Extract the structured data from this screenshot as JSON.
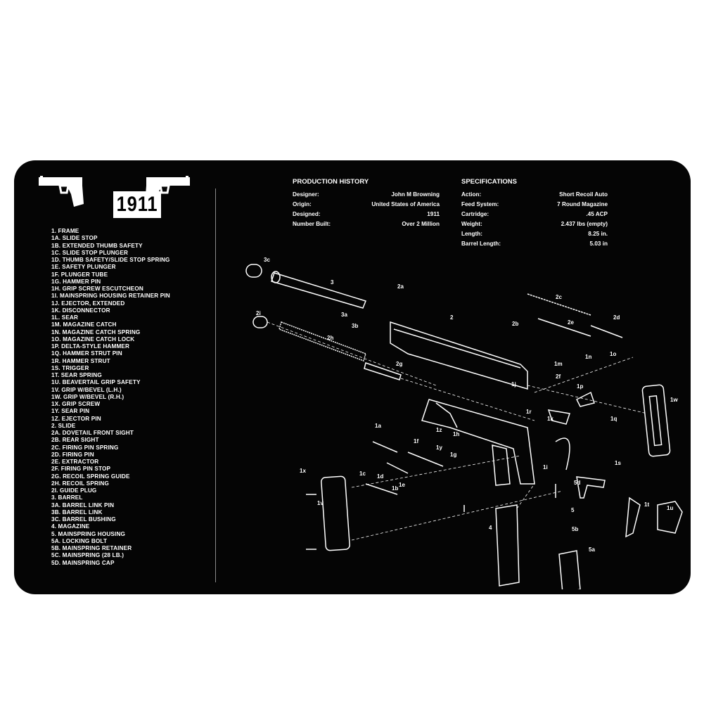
{
  "header": {
    "model": "1911"
  },
  "parts_list": [
    "1. FRAME",
    "1A. SLIDE STOP",
    "1B. EXTENDED THUMB SAFETY",
    "1C. SLIDE STOP PLUNGER",
    "1D. THUMB SAFETY/SLIDE STOP SPRING",
    "1E. SAFETY PLUNGER",
    "1F. PLUNGER TUBE",
    "1G. HAMMER PIN",
    "1H. GRIP SCREW ESCUTCHEON",
    "1I. MAINSPRING HOUSING RETAINER PIN",
    "1J. EJECTOR, EXTENDED",
    "1K. DISCONNECTOR",
    "1L. SEAR",
    "1M. MAGAZINE CATCH",
    "1N. MAGAZINE CATCH SPRING",
    "1O. MAGAZINE CATCH LOCK",
    "1P. DELTA-STYLE HAMMER",
    "1Q. HAMMER STRUT PIN",
    "1R. HAMMER STRUT",
    "1S. TRIGGER",
    "1T. SEAR SPRING",
    "1U. BEAVERTAIL GRIP SAFETY",
    "1V. GRIP W/BEVEL (L.H.)",
    "1W. GRIP W/BEVEL (R.H.)",
    "1X. GRIP SCREW",
    "1Y. SEAR PIN",
    "1Z. EJECTOR PIN",
    "2. SLIDE",
    "2A. DOVETAIL FRONT SIGHT",
    "2B. REAR SIGHT",
    "2C. FIRING PIN SPRING",
    "2D. FIRING PIN",
    "2E. EXTRACTOR",
    "2F. FIRING PIN STOP",
    "2G. RECOIL SPRING GUIDE",
    "2H. RECOIL SPRING",
    "2I. GUIDE PLUG",
    "3. BARREL",
    "3A. BARREL LINK PIN",
    "3B. BARREL LINK",
    "3C. BARREL BUSHING",
    "4. MAGAZINE",
    "5. MAINSPRING HOUSING",
    "5A. LOCKING BOLT",
    "5B. MAINSPRING RETAINER",
    "5C. MAINSPRING (28 LB.)",
    "5D. MAINSPRING CAP"
  ],
  "production_history": {
    "title": "PRODUCTION HISTORY",
    "rows": [
      {
        "key": "Designer:",
        "value": "John M Browning"
      },
      {
        "key": "Origin:",
        "value": "United States of America"
      },
      {
        "key": "Designed:",
        "value": "1911"
      },
      {
        "key": "Number Built:",
        "value": "Over 2 Million"
      }
    ]
  },
  "specifications": {
    "title": "SPECIFICATIONS",
    "rows": [
      {
        "key": "Action:",
        "value": "Short Recoil Auto"
      },
      {
        "key": "Feed System:",
        "value": "7 Round Magazine"
      },
      {
        "key": "Cartridge:",
        "value": ".45 ACP"
      },
      {
        "key": "Weight:",
        "value": "2.437 lbs (empty)"
      },
      {
        "key": "Length:",
        "value": "8.25 in."
      },
      {
        "key": "Barrel Length:",
        "value": "5.03 in"
      }
    ]
  },
  "diagram_labels": [
    "3c",
    "3",
    "2a",
    "3a",
    "3b",
    "2",
    "2c",
    "2i",
    "2h",
    "2b",
    "2e",
    "2d",
    "1o",
    "2g",
    "1n",
    "1m",
    "2f",
    "1j",
    "1p",
    "1k",
    "1r",
    "1q",
    "1w",
    "1a",
    "1z",
    "1h",
    "1y",
    "1g",
    "1f",
    "1i",
    "1s",
    "1x",
    "1c",
    "1d",
    "1e",
    "1b",
    "1t",
    "1u",
    "5d",
    "1v",
    "5",
    "4",
    "5b",
    "5a"
  ]
}
